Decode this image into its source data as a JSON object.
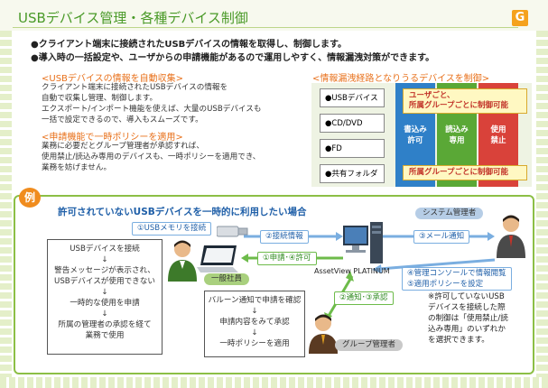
{
  "header": {
    "title": "USBデバイス管理・各種デバイス制御",
    "badge": "G"
  },
  "bullets": [
    "●クライアント端末に接続されたUSBデバイスの情報を取得し、制御します。",
    "●導入時の一括設定や、ユーザからの申請機能があるので運用しやすく、情報漏洩対策ができます。"
  ],
  "section1": {
    "heading": "<USBデバイスの情報を自動収集>",
    "lines": [
      "クライアント端末に接続されたUSBデバイスの情報を",
      "自動で収集し管理、制御します。",
      "エクスポート/インポート機能を使えば、大量のUSBデバイスも",
      "一括で設定できるので、導入もスムーズです。"
    ]
  },
  "section2": {
    "heading": "<申請機能で一時ポリシーを適用>",
    "lines": [
      "業務に必要だとグループ管理者が承認すれば、",
      "使用禁止/読込み専用のデバイスも、一時ポリシーを適用でき、",
      "業務を妨げません。"
    ]
  },
  "control": {
    "heading": "<情報漏洩経路となりうるデバイスを制御>",
    "devices": [
      "●USBデバイス",
      "●CD/DVD",
      "●FD",
      "●共有フォルダ"
    ],
    "columns": [
      {
        "line1": "書込み",
        "line2": "許可",
        "color": "#2f80c8"
      },
      {
        "line1": "読込み",
        "line2": "専用",
        "color": "#5aa836"
      },
      {
        "line1": "使用",
        "line2": "禁止",
        "color": "#d9423a"
      }
    ],
    "callout_top": [
      "ユーザごと、",
      "所属グループごとに制御可能"
    ],
    "callout_bottom": "所属グループごとに制御可能"
  },
  "example": {
    "badge": "例",
    "title": "許可されていないUSBデバイスを一時的に利用したい場合",
    "steps": {
      "s1": "①USBメモリを接続",
      "s2": "②接続情報",
      "s3": "③メール通知",
      "s14": "①申請･④許可",
      "s45": [
        "④管理コンソールで情報閲覧",
        "⑤適用ポリシーを設定"
      ],
      "s23": "②通知･③承認"
    },
    "roles": {
      "sysadmin": "システム管理者",
      "employee": "一般社員",
      "groupadmin": "グループ管理者",
      "product": "AssetView PLATINUM"
    },
    "flow_left": [
      "USBデバイスを接続",
      "↓",
      "警告メッセージが表示され、",
      "USBデバイスが使用できない",
      "↓",
      "一時的な使用を申請",
      "↓",
      "所属の管理者の承認を経て",
      "業務で使用"
    ],
    "flow_mid": [
      "バルーン通知で申請を確認",
      "↓",
      "申請内容をみて承認",
      "↓",
      "一時ポリシーを適用"
    ],
    "note": [
      "※許可していないUSB",
      "デバイスを接続した際",
      "の制御は「使用禁止/読",
      "込み専用」のいずれか",
      "を選択できます。"
    ]
  }
}
